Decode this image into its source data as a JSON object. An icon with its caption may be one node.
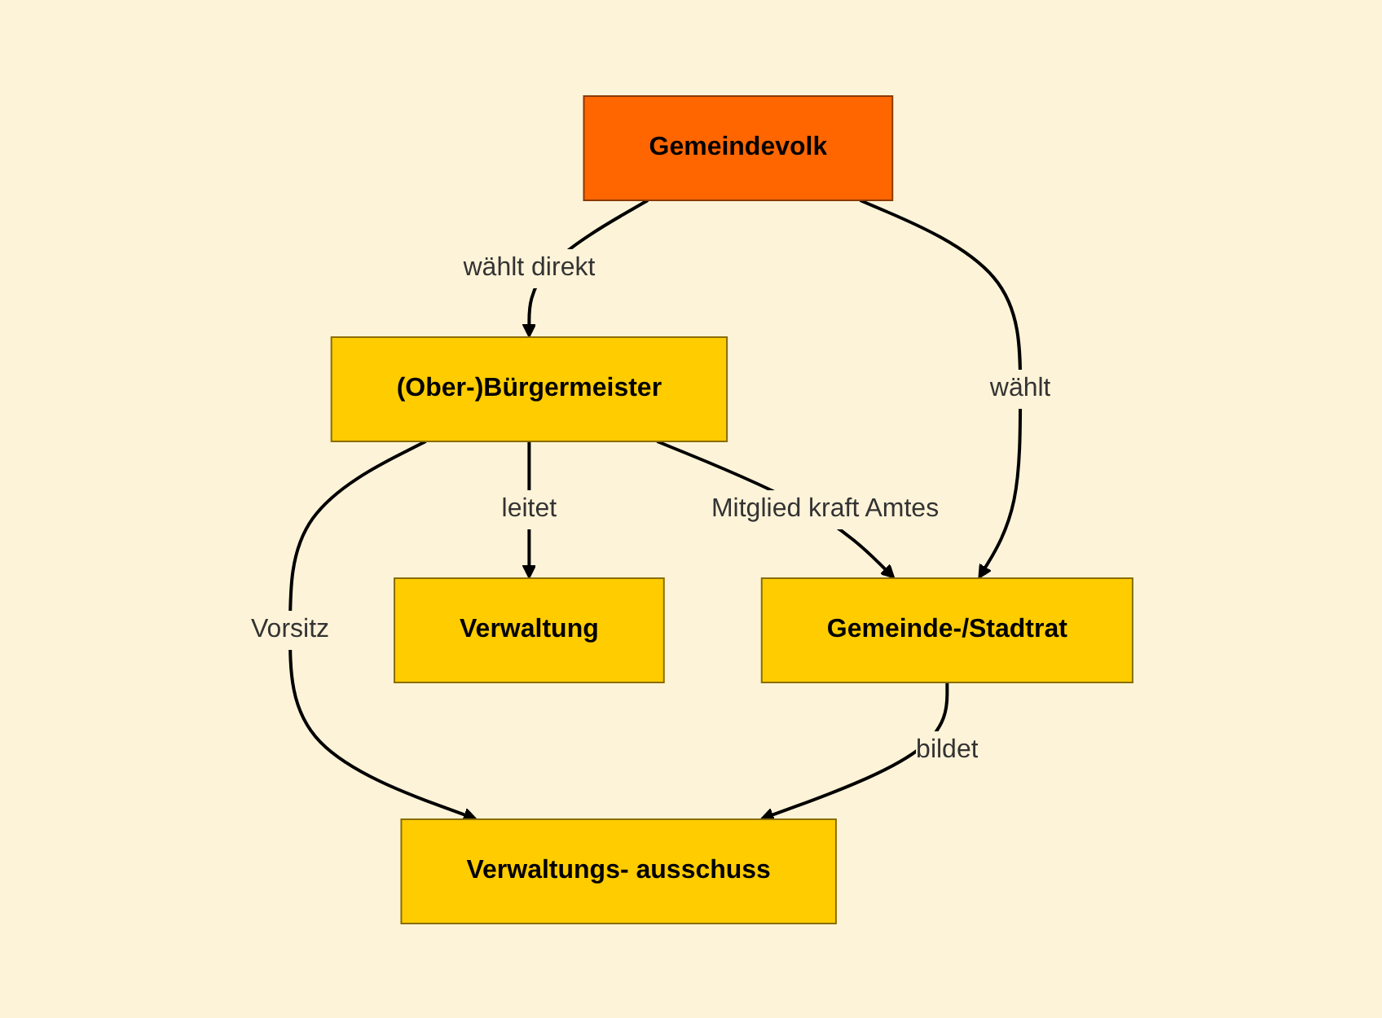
{
  "diagram": {
    "nodes": [
      {
        "text": [
          "(Ober-)Bürgermeister"
        ]
      },
      {
        "text": [
          "Gemeinde-/Stadtrat"
        ]
      },
      {
        "text": [
          "Verwaltung"
        ]
      },
      {
        "text": [
          "Verwaltungs- ausschuss"
        ]
      },
      {
        "text": [
          "Gemeindevolk"
        ]
      }
    ],
    "edges": [
      {
        "from": 0,
        "to": 1,
        "arrow": "to",
        "label": "Mitglied kraft Amtes"
      },
      {
        "from": 0,
        "to": 2,
        "arrow": "to",
        "label": "leitet"
      },
      {
        "from": 0,
        "to": 3,
        "arrow": "to",
        "label": "Vorsitz"
      },
      {
        "from": 1,
        "to": 3,
        "arrow": "to",
        "label": "bildet"
      },
      {
        "from": 4,
        "to": 1,
        "arrow": "to",
        "label": "wählt"
      },
      {
        "from": 4,
        "to": 0,
        "arrow": "to",
        "label": "wählt direkt"
      }
    ]
  }
}
